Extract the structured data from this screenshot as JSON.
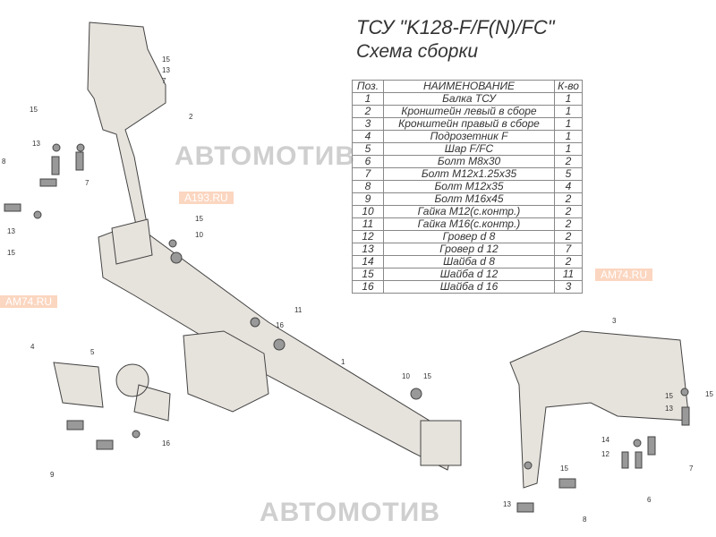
{
  "title": "ТСУ \"K128-F/F(N)/FC\"",
  "subtitle": "Схема сборки",
  "table": {
    "headers": [
      "Поз.",
      "НАИМЕНОВАНИЕ",
      "К-во"
    ],
    "rows": [
      [
        "1",
        "Балка ТСУ",
        "1"
      ],
      [
        "2",
        "Кронштейн левый в сборе",
        "1"
      ],
      [
        "3",
        "Кронштейн правый в сборе",
        "1"
      ],
      [
        "4",
        "Подрозетник F",
        "1"
      ],
      [
        "5",
        "Шар F/FC",
        "1"
      ],
      [
        "6",
        "Болт M8x30",
        "2"
      ],
      [
        "7",
        "Болт M12x1.25x35",
        "5"
      ],
      [
        "8",
        "Болт M12x35",
        "4"
      ],
      [
        "9",
        "Болт M16x45",
        "2"
      ],
      [
        "10",
        "Гайка M12(с.контр.)",
        "2"
      ],
      [
        "11",
        "Гайка  M16(с.контр.)",
        "2"
      ],
      [
        "12",
        "Гровер d 8",
        "2"
      ],
      [
        "13",
        "Гровер d 12",
        "7"
      ],
      [
        "14",
        "Шайба d 8",
        "2"
      ],
      [
        "15",
        "Шайба d 12",
        "11"
      ],
      [
        "16",
        "Шайба d 16",
        "3"
      ]
    ]
  },
  "watermark": {
    "logo": "АВТОМОТИВ",
    "site1": "AM74.RU",
    "site2": "A193.RU"
  },
  "callouts": [
    "15",
    "13",
    "7",
    "2",
    "15",
    "13",
    "8",
    "7",
    "13",
    "15",
    "15",
    "10",
    "16",
    "11",
    "1",
    "4",
    "5",
    "10",
    "15",
    "3",
    "15",
    "15",
    "13",
    "14",
    "12",
    "7",
    "6",
    "9",
    "16",
    "15",
    "13",
    "8"
  ]
}
